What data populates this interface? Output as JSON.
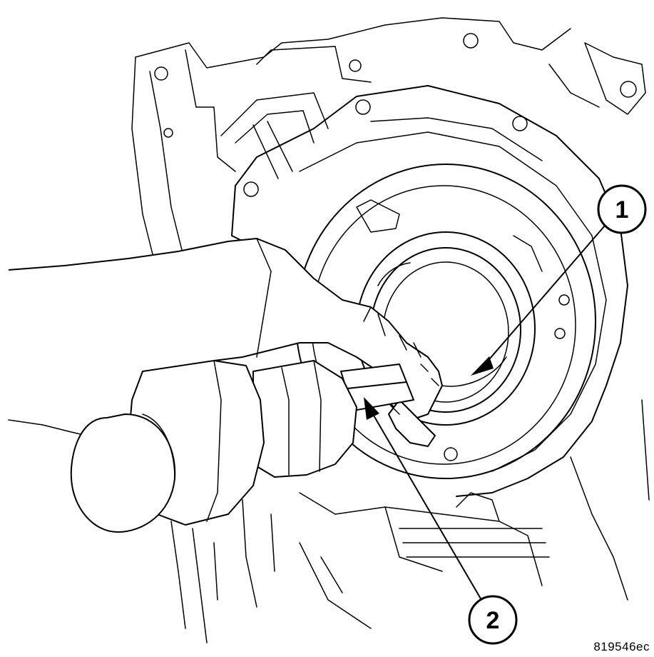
{
  "callouts": [
    {
      "id": "callout-1",
      "label": "1"
    },
    {
      "id": "callout-2",
      "label": "2"
    }
  ],
  "figure_id": "819546ec"
}
